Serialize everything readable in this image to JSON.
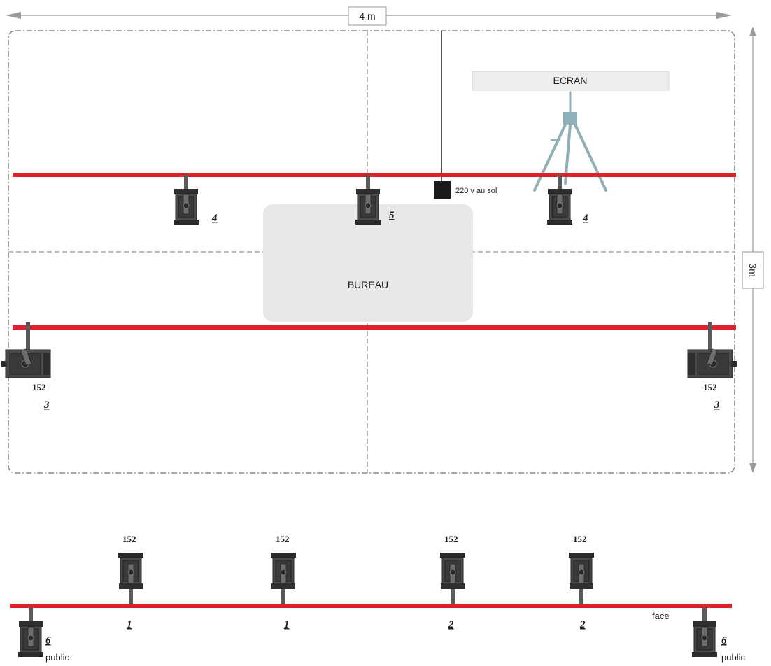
{
  "dimensions": {
    "width_label": "4 m",
    "height_label": "3m"
  },
  "screen_label": "ECRAN",
  "desk_label": "BUREAU",
  "power_label": "220 v au sol",
  "face_label": "face",
  "public_label": "public",
  "fixture_model": "152",
  "colors": {
    "bar": "#e0202d",
    "fixture": "#3a3a3a",
    "fixture_light": "#6b6b6b",
    "dim_line": "#9a9a9a",
    "desk": "#e7e8e9",
    "screen": "#eceded",
    "tripod": "#8fb0b8",
    "text": "#231f20"
  },
  "top_bar_fixtures": [
    {
      "channel": "4"
    },
    {
      "channel": "5"
    },
    {
      "channel": "4"
    }
  ],
  "side_fixtures": [
    {
      "model": "152",
      "channel": "3"
    },
    {
      "model": "152",
      "channel": "3"
    }
  ],
  "front_bar_fixtures": [
    {
      "model": "152",
      "channel": "1"
    },
    {
      "model": "152",
      "channel": "1"
    },
    {
      "model": "152",
      "channel": "2"
    },
    {
      "model": "152",
      "channel": "2"
    }
  ],
  "public_fixtures": [
    {
      "channel": "6"
    },
    {
      "channel": "6"
    }
  ]
}
